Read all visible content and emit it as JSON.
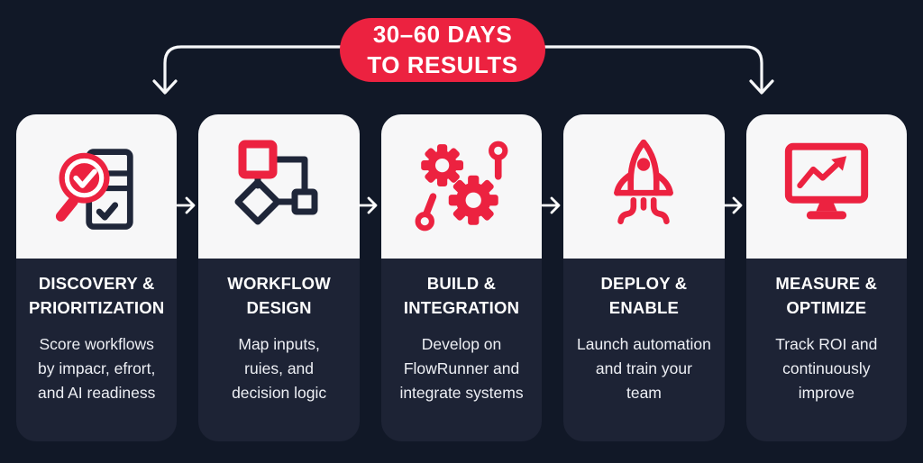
{
  "colors": {
    "background": "#111827",
    "card_panel": "#1d2335",
    "icon_panel": "#f7f7f8",
    "accent_red": "#ec2240",
    "icon_dark_navy": "#1f2639",
    "title_text": "#ffffff",
    "body_text": "#edeff4"
  },
  "badge": {
    "line1": "30–60 DAYS",
    "line2": "TO RESULTS"
  },
  "steps": [
    {
      "icon": "magnifier-checklist-icon",
      "title": "DISCOVERY &\nPRIORITIZATION",
      "description": "Score workflows\nby impacr, efrort,\nand AI readiness"
    },
    {
      "icon": "flowchart-icon",
      "title": "WORKFLOW\nDESIGN",
      "description": "Map inputs,\nruies, and\ndecision logic"
    },
    {
      "icon": "gears-icon",
      "title": "BUILD &\nINTEGRATION",
      "description": "Develop on\nFlowRunner and\nintegrate systems"
    },
    {
      "icon": "rocket-icon",
      "title": "DEPLOY &\nENABLE",
      "description": "Launch automation\nand train your\nteam"
    },
    {
      "icon": "monitor-chart-icon",
      "title": "MEASURE &\nOPTIMIZE",
      "description": "Track ROI and\ncontinuously\nimprove"
    }
  ]
}
